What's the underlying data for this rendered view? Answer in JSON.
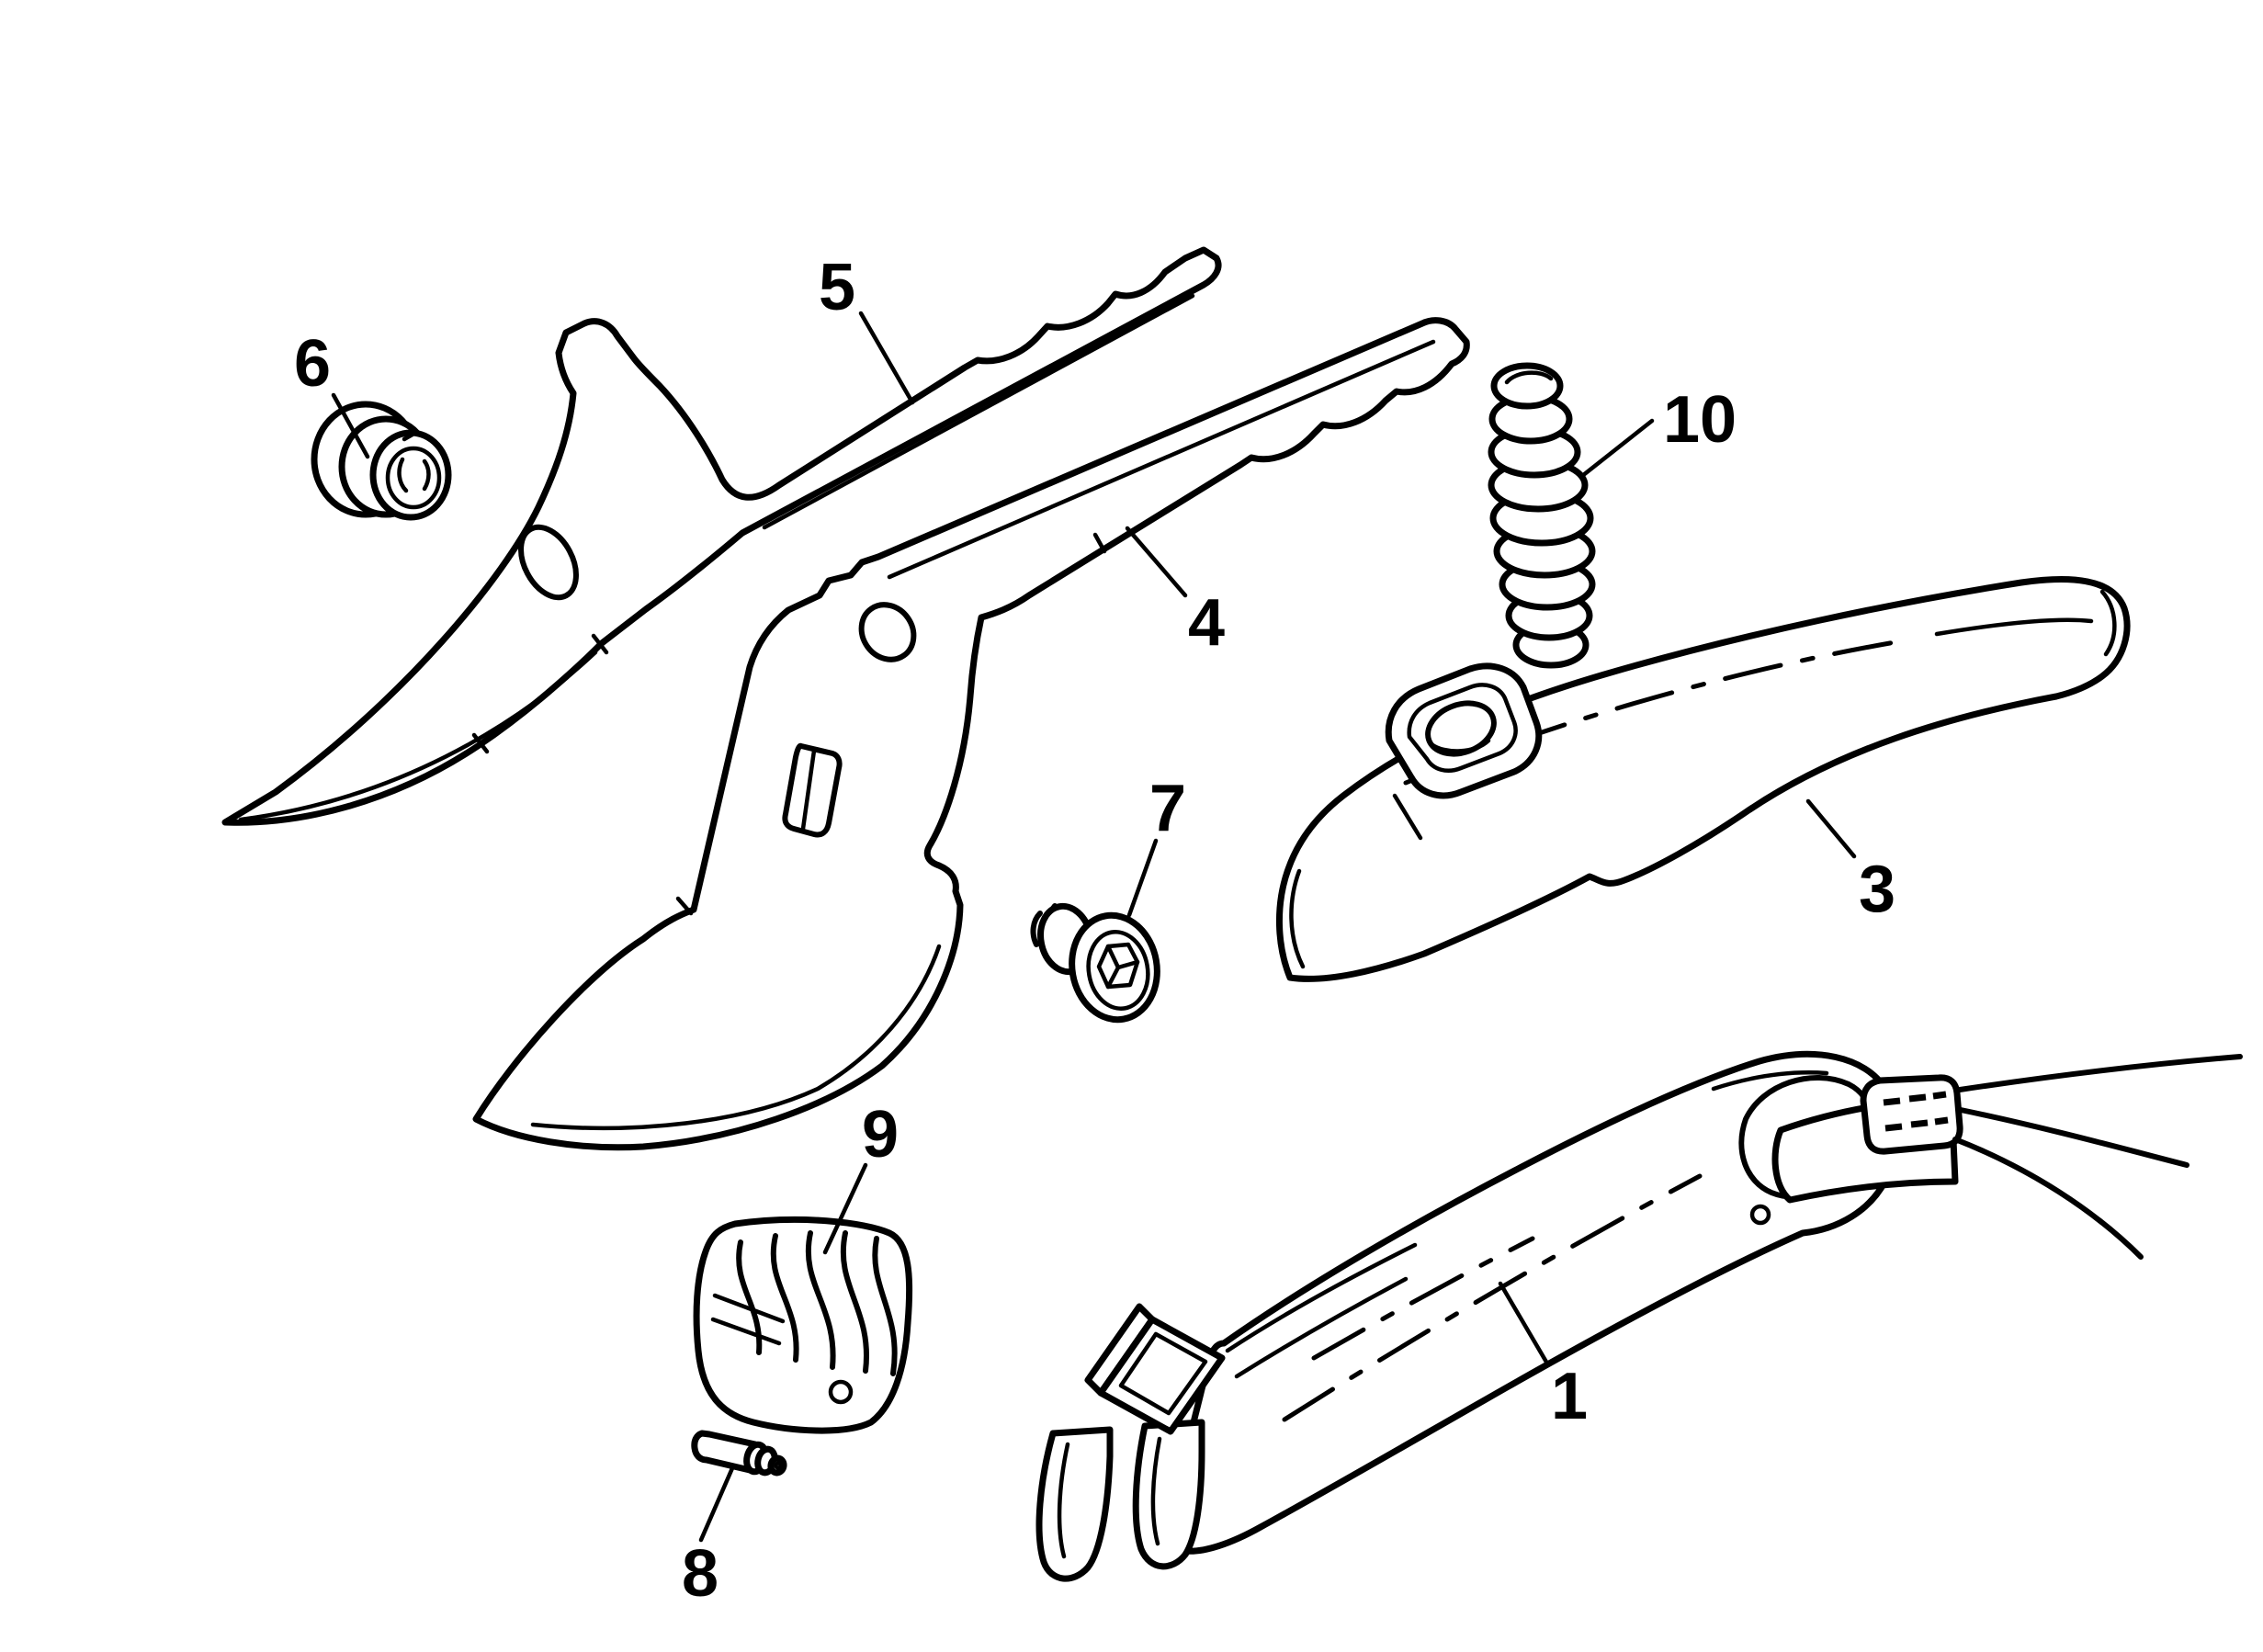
{
  "diagram": {
    "kind": "exploded-parts-diagram",
    "subject": "pruning-shears",
    "colors": {
      "background": "#ffffff",
      "line": "#000000"
    },
    "parts": [
      {
        "number": "1",
        "name": "lower-handle"
      },
      {
        "number": "3",
        "name": "upper-handle"
      },
      {
        "number": "4",
        "name": "cutting-blade"
      },
      {
        "number": "5",
        "name": "counter-blade"
      },
      {
        "number": "6",
        "name": "adjustment-cap-nut"
      },
      {
        "number": "7",
        "name": "pivot-bolt"
      },
      {
        "number": "8",
        "name": "locking-pin"
      },
      {
        "number": "9",
        "name": "bumper-cushion"
      },
      {
        "number": "10",
        "name": "coil-spring"
      }
    ]
  }
}
